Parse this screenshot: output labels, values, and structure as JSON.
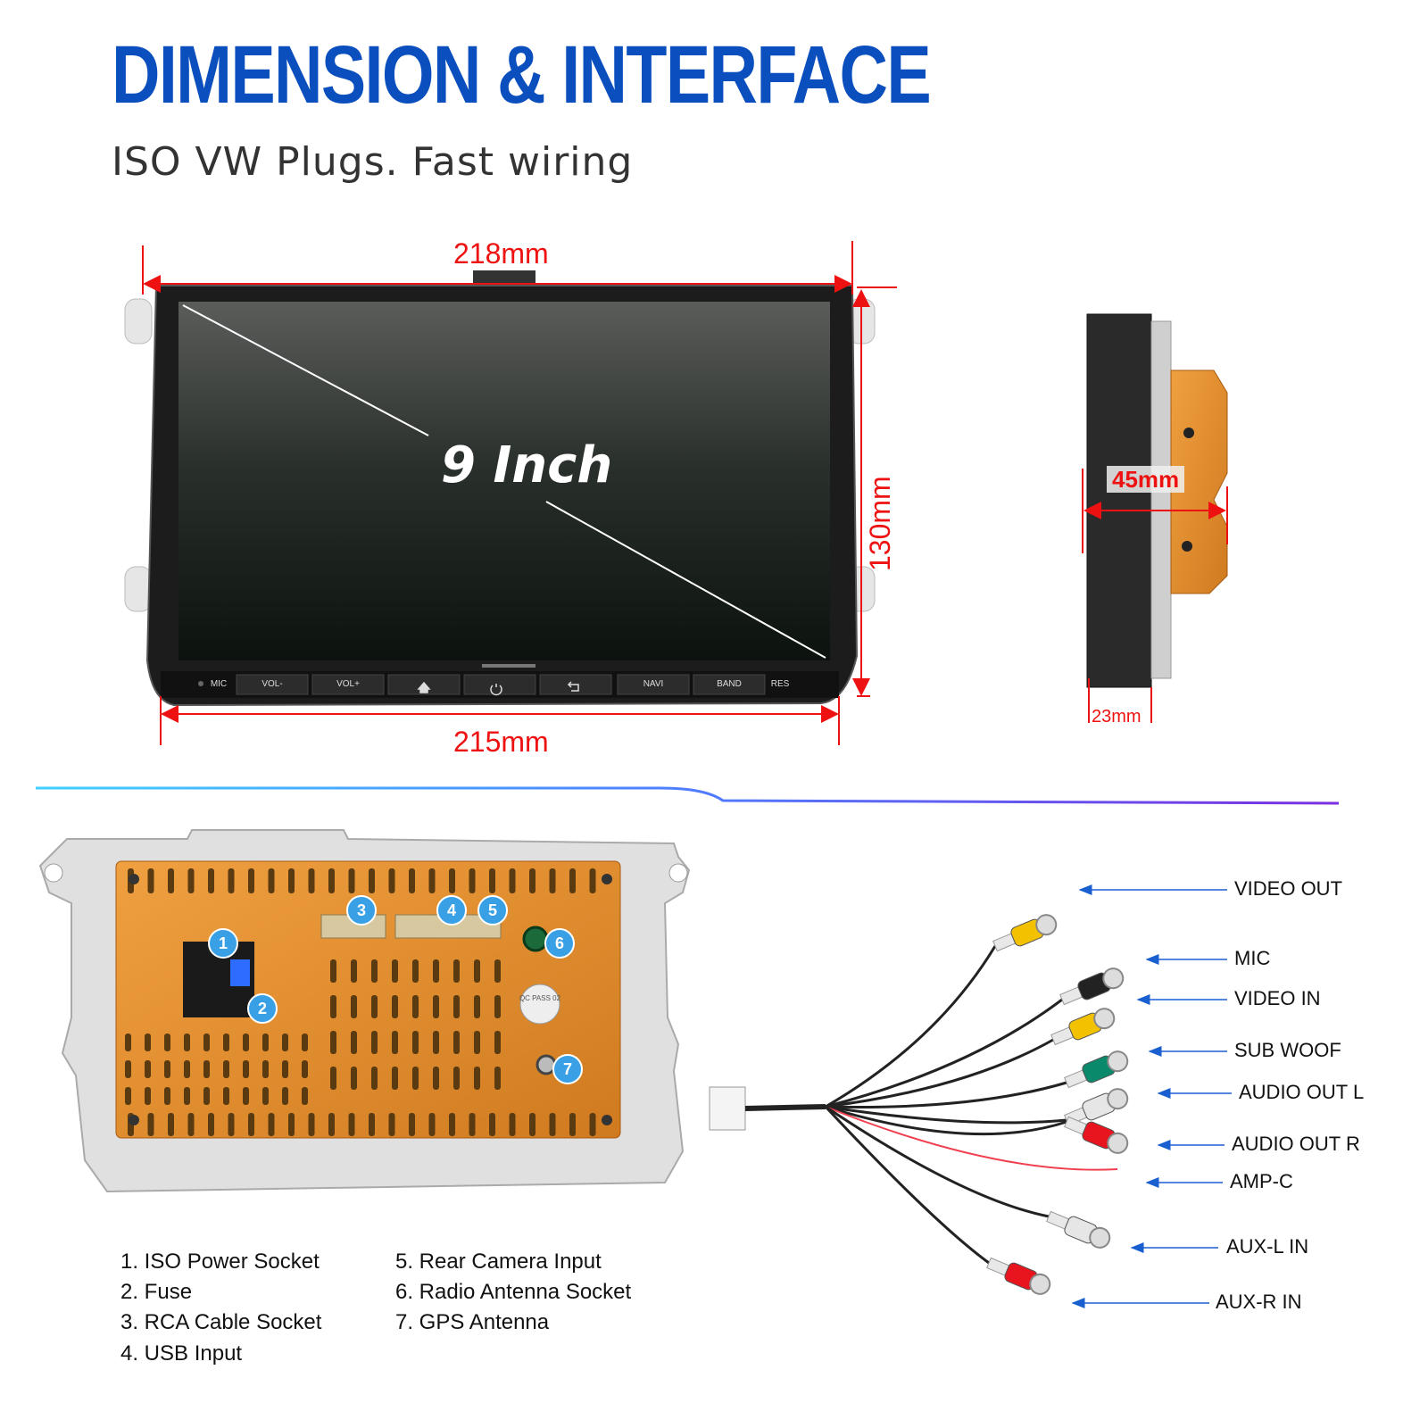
{
  "header": {
    "title": "DIMENSION & INTERFACE",
    "subtitle": "ISO VW Plugs. Fast wiring"
  },
  "dimensions": {
    "top_width": "218mm",
    "bottom_width": "215mm",
    "height": "130mm",
    "depth": "45mm",
    "panel_depth": "23mm"
  },
  "screen": {
    "label": "9 Inch",
    "buttons": [
      "MIC",
      "VOL-",
      "VOL+",
      "",
      "",
      "",
      "NAVI",
      "BAND",
      "RES"
    ]
  },
  "callouts": [
    "1",
    "2",
    "3",
    "4",
    "5",
    "6",
    "7"
  ],
  "back_panel": {
    "qc_label": "QC PASS 02"
  },
  "legend": {
    "col1": [
      "1. ISO Power Socket",
      "2. Fuse",
      "3. RCA Cable Socket",
      "4. USB Input"
    ],
    "col2": [
      "5. Rear Camera Input",
      "6. Radio Antenna Socket",
      "7. GPS Antenna"
    ]
  },
  "cables": [
    {
      "label": "VIDEO OUT",
      "color": "#f2c200"
    },
    {
      "label": "MIC",
      "color": "#222222"
    },
    {
      "label": "VIDEO IN",
      "color": "#f2c200"
    },
    {
      "label": "SUB WOOF",
      "color": "#0a8a6a"
    },
    {
      "label": "AUDIO OUT L",
      "color": "#e6e6e6"
    },
    {
      "label": "AUDIO OUT R",
      "color": "#e8141e"
    },
    {
      "label": "AMP-C",
      "color": "#f04050"
    },
    {
      "label": "AUX-L IN",
      "color": "#e6e6e6"
    },
    {
      "label": "AUX-R IN",
      "color": "#e8141e"
    }
  ],
  "colors": {
    "title_blue": "#0a4fbd",
    "dimension_red": "#ee1111",
    "arrow_blue": "#1a5fd0",
    "callout_blue": "#3aa0e6",
    "panel_orange": "#e08a2a"
  }
}
